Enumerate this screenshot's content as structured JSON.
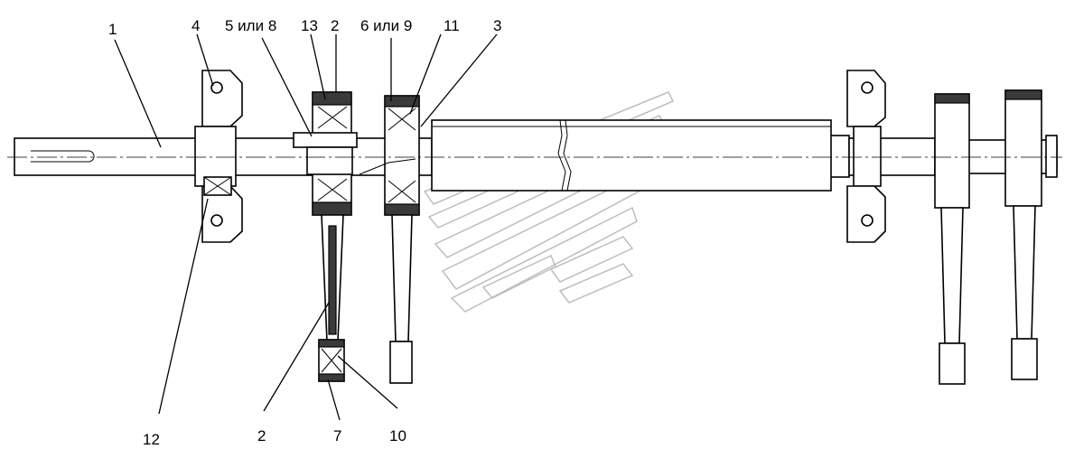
{
  "callouts": [
    {
      "id": "1",
      "text": "1"
    },
    {
      "id": "4",
      "text": "4"
    },
    {
      "id": "5-8",
      "text": "5 или 8"
    },
    {
      "id": "13",
      "text": "13"
    },
    {
      "id": "2-top",
      "text": "2"
    },
    {
      "id": "6-9",
      "text": "6 или 9"
    },
    {
      "id": "11",
      "text": "11"
    },
    {
      "id": "3",
      "text": "3"
    },
    {
      "id": "12",
      "text": "12"
    },
    {
      "id": "2-bottom",
      "text": "2"
    },
    {
      "id": "7",
      "text": "7"
    },
    {
      "id": "10",
      "text": "10"
    }
  ]
}
